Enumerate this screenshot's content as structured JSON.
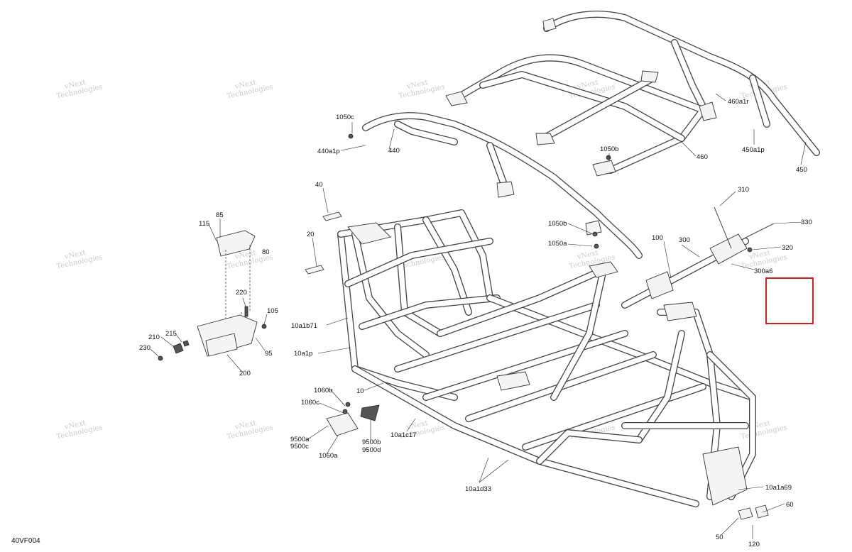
{
  "figure_code": "40VF004",
  "watermark": {
    "line1": "vNext",
    "line2": "Technologies"
  },
  "highlight_color": "#d42020",
  "callouts": {
    "c1050c": "1050c",
    "c440a1p": "440a1p",
    "c440": "440",
    "c1050b_top": "1050b",
    "c460": "460",
    "c460a1r": "460a1r",
    "c450a1p": "450a1p",
    "c450": "450",
    "c40": "40",
    "c20": "20",
    "c85": "85",
    "c115": "115",
    "c80": "80",
    "c220": "220",
    "c105": "105",
    "c210": "210",
    "c215": "215",
    "c230": "230",
    "c95": "95",
    "c200": "200",
    "c1050b": "1050b",
    "c1050a": "1050a",
    "c10a1b71": "10a1b71",
    "c10a1p": "10a1p",
    "c10": "10",
    "c1060b": "1060b",
    "c1060c": "1060c",
    "c9500a": "9500a",
    "c9500c": "9500c",
    "c1060a": "1060a",
    "c9500b": "9500b",
    "c9500d": "9500d",
    "c10a1c17": "10a1c17",
    "c10a1d33": "10a1d33",
    "c310": "310",
    "c330": "330",
    "c100": "100",
    "c300": "300",
    "c320": "320",
    "c300a6": "300a6",
    "c10a1a69": "10a1a69",
    "c60": "60",
    "c50": "50",
    "c120": "120"
  }
}
